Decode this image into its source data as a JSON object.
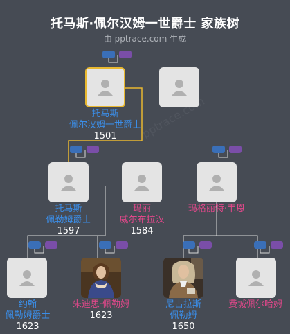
{
  "header": {
    "title": "托马斯·佩尔汉姆一世爵士 家族树",
    "subtitle": "由 pptrace.com 生成"
  },
  "watermark": "pptrace.com",
  "people": {
    "thomas1": {
      "name_line1": "托马斯",
      "name_line2": "佩尔汉姆一世爵士",
      "year": "1501"
    },
    "spouse1": {},
    "thomas2": {
      "name_line1": "托马斯",
      "name_line2": "佩勒姆爵士",
      "year": "1597"
    },
    "mary": {
      "name_line1": "玛丽",
      "name_line2": "威尔布拉汉",
      "year": "1584"
    },
    "margaret": {
      "name_line1": "玛格丽特·韦恩",
      "year": ""
    },
    "john": {
      "name_line1": "约翰",
      "name_line2": "佩勒姆爵士",
      "year": "1623"
    },
    "judith": {
      "name_line1": "朱迪思·佩勒姆",
      "year": "1623"
    },
    "nicholas": {
      "name_line1": "尼古拉斯",
      "name_line2": "佩勒姆",
      "year": "1650"
    },
    "fabian": {
      "name_line1": "费城佩尔哈姆",
      "year": ""
    }
  },
  "colors": {
    "background": "#464b54",
    "male": "#3b8ee8",
    "female": "#e0488a",
    "selected_border": "#e8b830",
    "line": "#d8d8d8",
    "highlight_line": "#e8b830"
  }
}
